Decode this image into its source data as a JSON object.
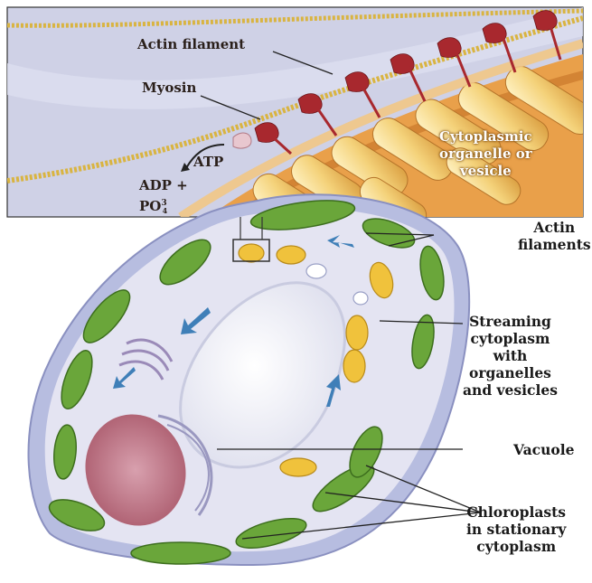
{
  "inset": {
    "actin_filament": "Actin filament",
    "myosin": "Myosin",
    "atp": "ATP",
    "adp": "ADP +",
    "po4_base": "PO",
    "po4_sup": "3",
    "po4_sub": "4",
    "organelle": [
      "Cytoplasmic",
      "organelle or",
      "vesicle"
    ]
  },
  "cell_labels": {
    "actin_filaments": [
      "Actin",
      "filaments"
    ],
    "streaming": [
      "Streaming",
      "cytoplasm",
      "with",
      "organelles",
      "and vesicles"
    ],
    "vacuole": "Vacuole",
    "chloroplasts": [
      "Chloroplasts",
      "in stationary",
      "cytoplasm"
    ]
  },
  "colors": {
    "inset_bg": "#cfd1e6",
    "actin": "#d9b441",
    "myosin": "#a8282e",
    "organelle": "#e2a24a",
    "cell_wall": "#b7bde0",
    "cytoplasm": "#e4e4f2",
    "chloroplast": "#6aa63a",
    "mitochondria": "#f0c23c",
    "nucleus": "#c77b8a",
    "arrow": "#3f7fb8"
  }
}
